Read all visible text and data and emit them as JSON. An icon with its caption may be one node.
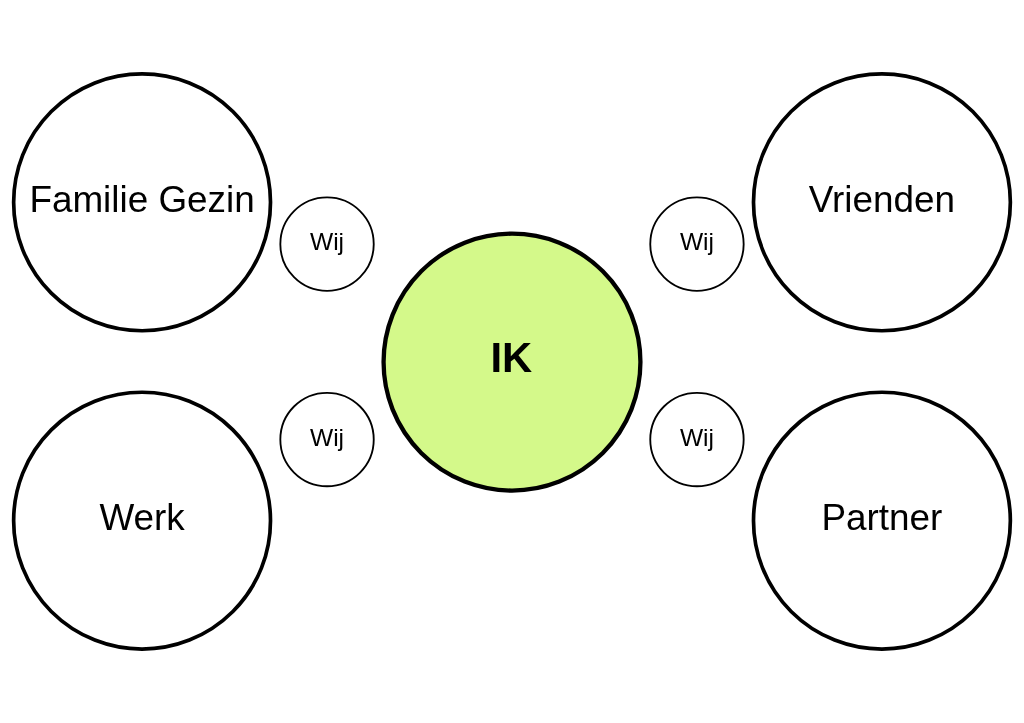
{
  "diagram": {
    "nodes": [
      {
        "text": [
          "Familie Gezin"
        ]
      },
      {
        "text": [
          "Vrienden"
        ]
      },
      {
        "text": [
          "Wij"
        ]
      },
      {
        "text": [
          "Wij"
        ]
      },
      {
        "text": [
          "IK"
        ]
      },
      {
        "text": [
          "Wij"
        ]
      },
      {
        "text": [
          "Wij"
        ]
      },
      {
        "text": [
          "Werk"
        ]
      },
      {
        "text": [
          "Partner"
        ]
      }
    ]
  }
}
